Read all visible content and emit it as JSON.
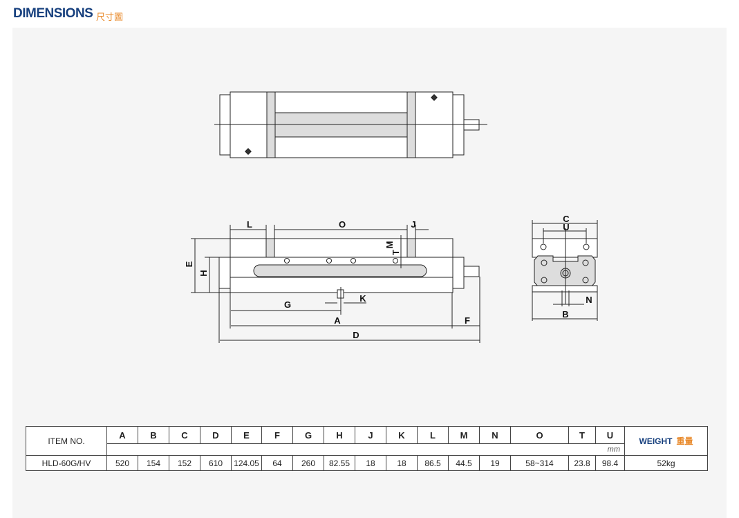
{
  "header": {
    "title": "DIMENSIONS",
    "title_cn": "尺寸圖"
  },
  "drawing_labels": {
    "L": "L",
    "O": "O",
    "J": "J",
    "M": "M",
    "T": "T",
    "E": "E",
    "H": "H",
    "G": "G",
    "K": "K",
    "A": "A",
    "F": "F",
    "D": "D",
    "C": "C",
    "U": "U",
    "N": "N",
    "B": "B"
  },
  "table": {
    "item_header": "ITEM NO.",
    "columns": [
      "A",
      "B",
      "C",
      "D",
      "E",
      "F",
      "G",
      "H",
      "J",
      "K",
      "L",
      "M",
      "N",
      "O",
      "T",
      "U"
    ],
    "unit": "mm",
    "weight_label": "WEIGHT",
    "weight_label_cn": "重量",
    "rows": [
      {
        "item": "HLD-60G/HV",
        "values": [
          "520",
          "154",
          "152",
          "610",
          "124.05",
          "64",
          "260",
          "82.55",
          "18",
          "18",
          "86.5",
          "44.5",
          "19",
          "58~314",
          "23.8",
          "98.4"
        ],
        "weight": "52kg"
      }
    ]
  }
}
